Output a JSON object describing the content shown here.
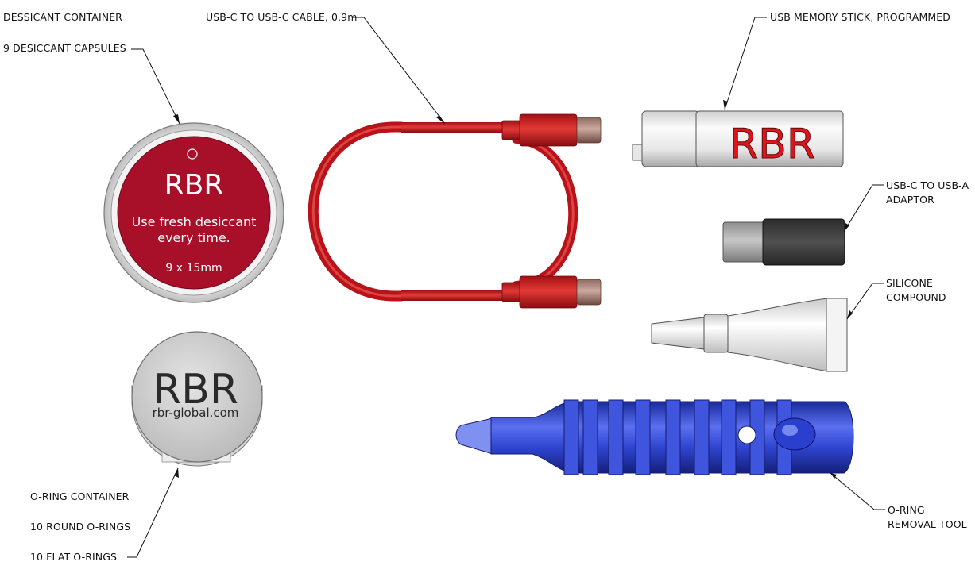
{
  "callouts": {
    "dessicant_container": "DESSICANT CONTAINER",
    "desiccant_capsules": "9 DESICCANT CAPSULES",
    "cable": "USB-C TO USB-C CABLE, 0.9m",
    "memory_stick": "USB MEMORY STICK, PROGRAMMED",
    "adaptor_line1": "USB-C TO USB-A",
    "adaptor_line2": "ADAPTOR",
    "silicone_line1": "SILICONE",
    "silicone_line2": "COMPOUND",
    "oring_container": "O-RING CONTAINER",
    "round_orings": "10 ROUND O-RINGS",
    "flat_orings": "10 FLAT O-RINGS",
    "removal_line1": "O-RING",
    "removal_line2": "REMOVAL TOOL"
  },
  "desiccant_lid": {
    "brand": "RBR",
    "line1": "Use fresh desiccant",
    "line2": "every time.",
    "size": "9 x 15mm"
  },
  "oring_lid": {
    "brand": "RBR",
    "url": "rbr-global.com"
  },
  "memory_stick": {
    "brand": "RBR"
  },
  "colors": {
    "rbr_red": "#a8102a",
    "cable_red": "#c8141c",
    "tool_blue": "#2a3fc8",
    "adaptor_dark": "#3a3a3a"
  }
}
